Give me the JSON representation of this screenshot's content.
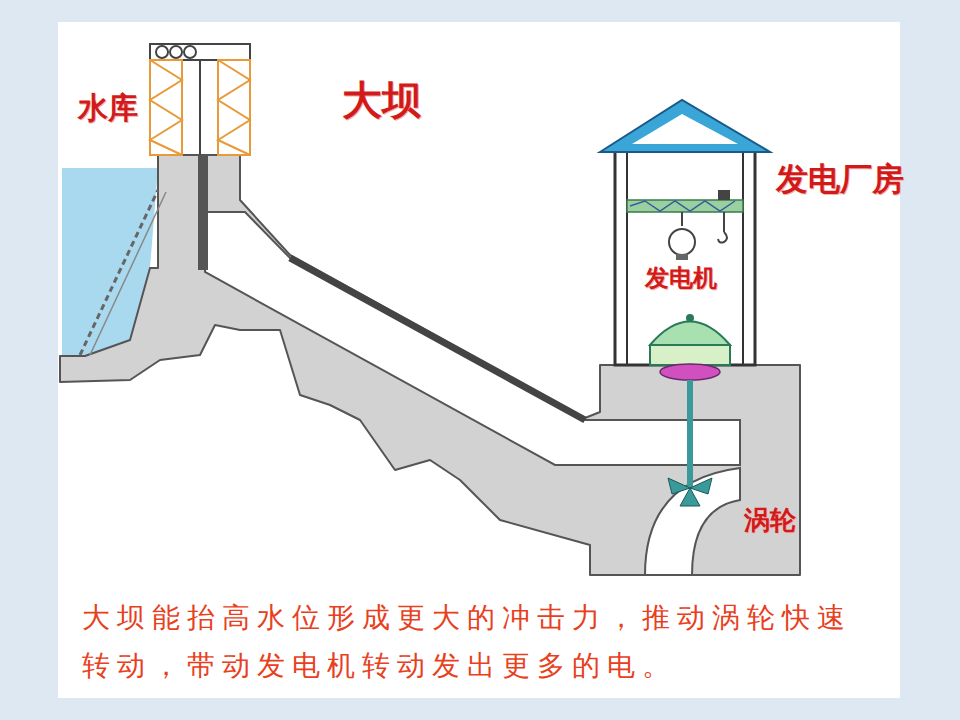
{
  "diagram": {
    "title": "大坝",
    "caption": "大坝能抬高水位形成更大的冲击力，推动涡轮快速转动，带动发电机转动发出更多的电。",
    "labels": [
      "水库",
      "发电厂房",
      "发电机",
      "涡轮"
    ]
  }
}
